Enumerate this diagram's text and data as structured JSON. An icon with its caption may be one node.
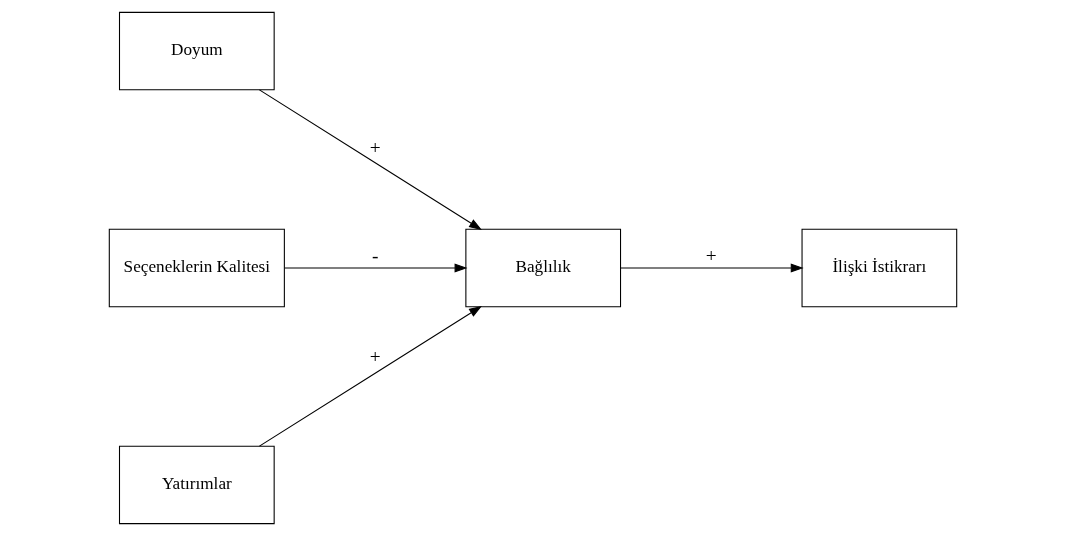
{
  "diagram": {
    "nodes": [
      {
        "text": [
          "Doyum"
        ]
      },
      {
        "text": [
          "Seçeneklerin Kalitesi"
        ]
      },
      {
        "text": [
          "Yatırımlar"
        ]
      },
      {
        "text": [
          "Bağlılık"
        ]
      },
      {
        "text": [
          "İlişki İstikrarı"
        ]
      }
    ],
    "edges": [
      {
        "from": 0,
        "to": 3,
        "arrow": "to",
        "label": "+"
      },
      {
        "from": 1,
        "to": 3,
        "arrow": "to",
        "label": "-"
      },
      {
        "from": 2,
        "to": 3,
        "arrow": "to",
        "label": "+"
      },
      {
        "from": 3,
        "to": 4,
        "arrow": "to",
        "label": "+"
      }
    ]
  }
}
